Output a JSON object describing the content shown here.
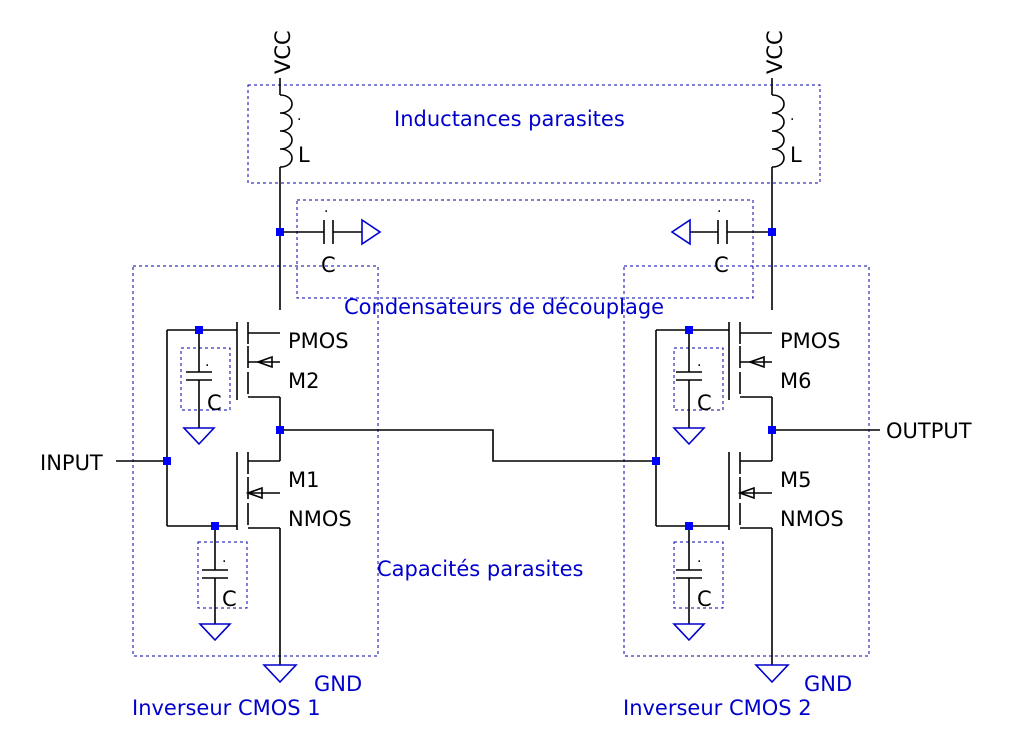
{
  "supply": {
    "vcc": "VCC",
    "gnd": "GND"
  },
  "parts": {
    "inductor": "L",
    "capacitor": "C",
    "dot": "."
  },
  "labels": {
    "inductances": "Inductances parasites",
    "decoupling": "Condensateurs de découplage",
    "capacitances": "Capacités parasites",
    "inverter1": "Inverseur CMOS 1",
    "inverter2": "Inverseur CMOS 2"
  },
  "signals": {
    "input": "INPUT",
    "output": "OUTPUT"
  },
  "transistors": {
    "inv1": {
      "pmos_type": "PMOS",
      "pmos_name": "M2",
      "nmos_type": "NMOS",
      "nmos_name": "M1"
    },
    "inv2": {
      "pmos_type": "PMOS",
      "pmos_name": "M6",
      "nmos_type": "NMOS",
      "nmos_name": "M5"
    }
  },
  "colors": {
    "wire": "#000000",
    "junction": "#0000ff",
    "annotation": "#0000cc"
  }
}
